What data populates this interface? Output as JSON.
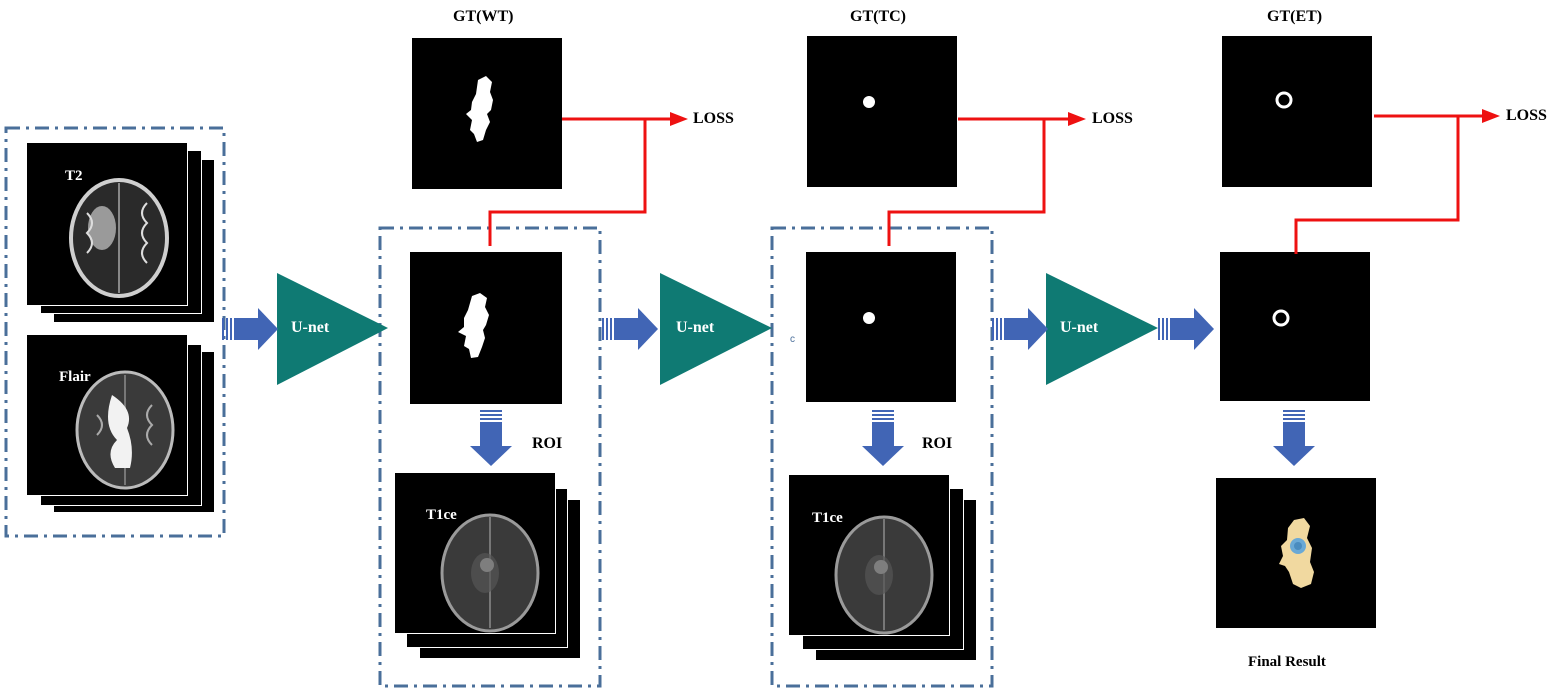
{
  "labels": {
    "t2": "T2",
    "flair": "Flair",
    "t1ce_1": "T1ce",
    "t1ce_2": "T1ce",
    "gt_wt": "GT(WT)",
    "gt_tc": "GT(TC)",
    "gt_et": "GT(ET)",
    "loss_1": "LOSS",
    "loss_2": "LOSS",
    "loss_3": "LOSS",
    "roi_1": "ROI",
    "roi_2": "ROI",
    "unet_1": "U-net",
    "unet_2": "U-net",
    "unet_3": "U-net",
    "final_result": "Final Result",
    "stray_c": "c"
  },
  "colors": {
    "unet": "#0f7a73",
    "arrow_blue": "#4165b5",
    "loss_red": "#ee1111",
    "dash_border": "#4a6f9a",
    "final_edema": "#f1d9a0",
    "final_core": "#6aa9d6"
  }
}
